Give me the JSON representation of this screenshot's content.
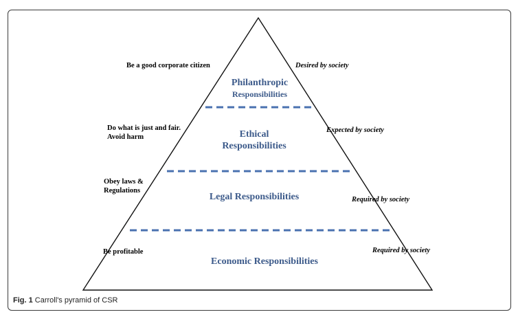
{
  "layers": [
    {
      "title_line1": "Philanthropic",
      "title_line2": "Responsibilities",
      "left_note": [
        "Be a good corporate citizen"
      ],
      "right_note": "Desired by society"
    },
    {
      "title_line1": "Ethical",
      "title_line2": "Responsibilities",
      "left_note": [
        "Do what is just and fair.",
        "Avoid harm"
      ],
      "right_note": "Expected by society"
    },
    {
      "title_line1": "Legal Responsibilities",
      "title_line2": "",
      "left_note": [
        "Obey laws &",
        "Regulations"
      ],
      "right_note": "Required by society"
    },
    {
      "title_line1": "Economic Responsibilities",
      "title_line2": "",
      "left_note": [
        "Be profitable"
      ],
      "right_note": "Required by society"
    }
  ],
  "caption": {
    "label": "Fig. 1",
    "text": "Carroll's pyramid of CSR"
  },
  "colors": {
    "title": "#3c5a8a",
    "dash": "#4a72b0",
    "outline": "#111111"
  }
}
